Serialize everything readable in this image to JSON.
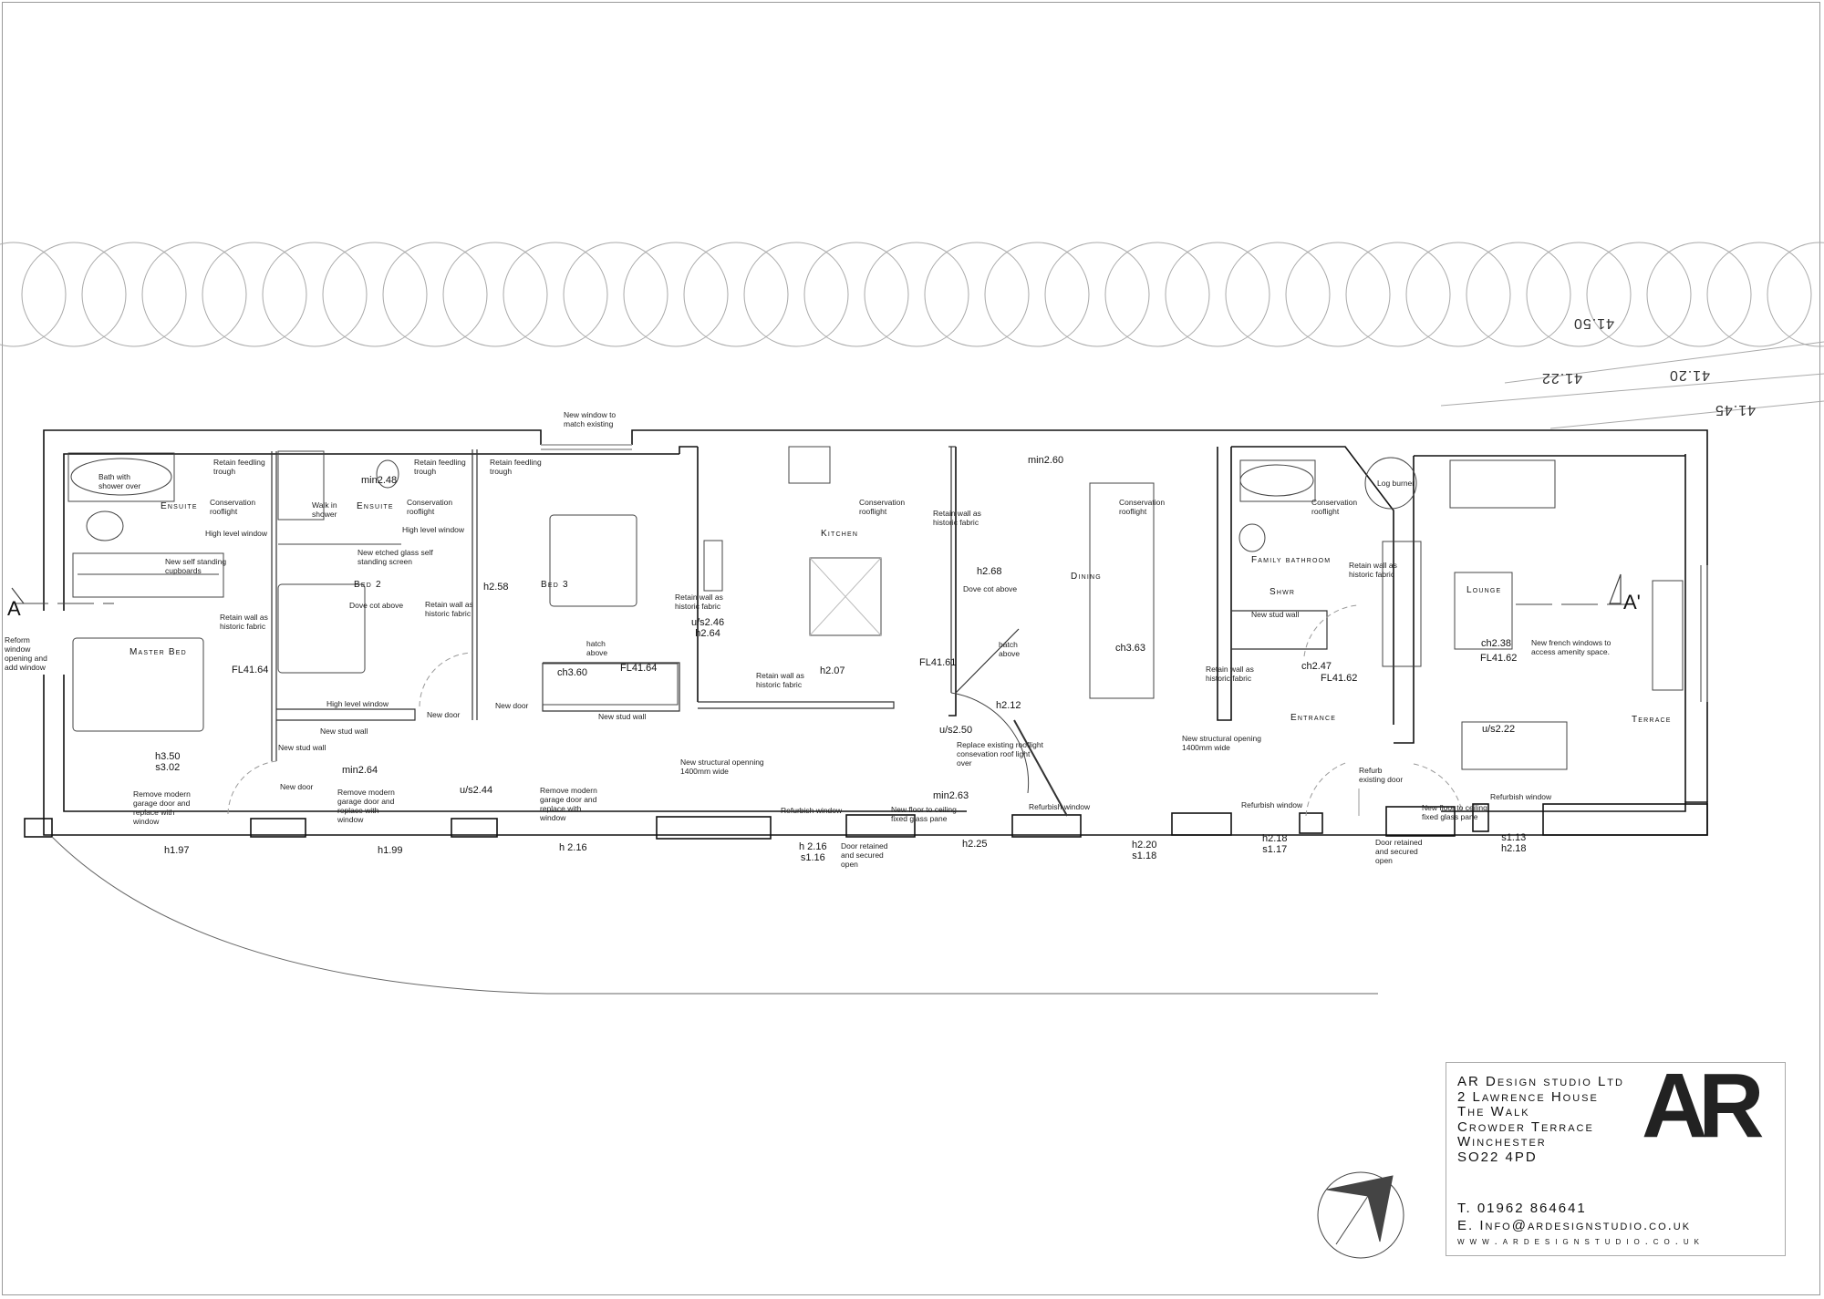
{
  "section_marks": {
    "a": "A",
    "a_prime": "A'"
  },
  "levels": {
    "l1": "41.50",
    "l2": "41.22",
    "l3": "41.20",
    "l4": "41.45"
  },
  "rooms": {
    "ensuite_1": "Ensuite",
    "ensuite_2": "Ensuite",
    "master_bed": "Master Bed",
    "bed_2": "Bed 2",
    "bed_3": "Bed 3",
    "kitchen": "Kitchen",
    "dining": "Dining",
    "family_bathroom": "Family bathroom",
    "shwr": "Shwr",
    "lounge": "Lounge",
    "entrance": "Entrance",
    "terrace": "Terrace"
  },
  "notes": {
    "new_window_match": "New window to\nmatch existing",
    "trough_1": "Retain feedling\ntrough",
    "trough_2": "Retain feedling\ntrough",
    "trough_3": "Retain feedling\ntrough",
    "bath_shower": "Bath with\nshower over",
    "rooflight_1": "Conservation\nrooflight",
    "rooflight_2": "Conservation\nrooflight",
    "rooflight_3": "Conservation\nrooflight",
    "rooflight_4": "Conservation\nrooflight",
    "rooflight_5": "Conservation\nrooflight",
    "hlw_1": "High level window",
    "hlw_2": "High level window",
    "hlw_3": "High level window",
    "walk_in_shower": "Walk in\nshower",
    "cupboards": "New self standing\ncupboards",
    "etched_screen": "New etched glass self\nstanding screen",
    "dove_cot_1": "Dove cot above",
    "dove_cot_2": "Dove cot above",
    "retain_1": "Retain wall as\nhistoric fabric",
    "retain_2": "Retain wall as\nhistoric fabric",
    "retain_3": "Retain wall as\nhistoric fabric",
    "retain_4": "Retain wall as\nhistoric fabric",
    "retain_5": "Retain wall as\nhistoric fabric",
    "retain_6": "Retain wall as\nhistoric fabric",
    "retain_7": "Retain wall as\nhistoric fabric",
    "reform_window": "Reform\nwindow\nopening and\nadd window",
    "hatch_1": "hatch\nabove",
    "hatch_2": "hatch\nabove",
    "new_door_1": "New door",
    "new_door_2": "New door",
    "new_door_3": "New door",
    "stud_1": "New stud wall",
    "stud_2": "New stud wall",
    "stud_3": "New stud wall",
    "stud_4": "New stud wall",
    "garage_1": "Remove modern\ngarage door and\nreplace with\nwindow",
    "garage_2": "Remove modern\ngarage door and\nreplace with\nwindow",
    "garage_3": "Remove modern\ngarage door and\nreplace with\nwindow",
    "struct_open_1": "New structural openning\n1400mm wide",
    "struct_open_2": "New structural opening\n1400mm wide",
    "replace_rooflight": "Replace existing rooflight\nconsevation roof light\nover",
    "refurb_win_1": "Refurbish window",
    "refurb_win_2": "Refurbish window",
    "refurb_win_3": "Refurbish window",
    "refurb_win_4": "Refurbish window",
    "glass_pane_1": "New floor to ceiling\nfixed glass pane",
    "glass_pane_2": "New floor to ceiling\nfixed glass pane",
    "door_retained_1": "Door retained\nand secured\nopen",
    "door_retained_2": "Door retained\nand secured\nopen",
    "log_burner": "Log burner",
    "french_windows": "New french windows to\naccess amenity space.",
    "refurb_door": "Refurb\nexisting door"
  },
  "dimensions": {
    "min248": "min2.48",
    "h258": "h2.58",
    "fl4164a": "FL41.64",
    "ch360": "ch3.60",
    "fl4164b": "FL41.64",
    "h350": "h3.50\ns3.02",
    "min264": "min2.64",
    "us244": "u/s2.44",
    "h197": "h1.97",
    "h199": "h1.99",
    "h216a": "h 2.16",
    "us246": "u/s2.46\nh2.64",
    "min260": "min2.60",
    "h268": "h2.68",
    "h207": "h2.07",
    "fl4161": "FL41.61",
    "ch363": "ch3.63",
    "h212": "h2.12",
    "us250": "u/s2.50",
    "min263": "min2.63",
    "h216b": "h 2.16\ns1.16",
    "h225": "h2.25",
    "h220": "h2.20\ns1.18",
    "ch247": "ch2.47",
    "fl4162a": "FL41.62",
    "ch238": "ch2.38",
    "fl4162b": "FL41.62",
    "us222": "u/s2.22",
    "h218a": "h2.18\ns1.17",
    "s113": "s1.13\nh2.18"
  },
  "title_block": {
    "logo": "AR",
    "company": "AR Design studio Ltd",
    "address_1": "2 Lawrence House",
    "address_2": "The Walk",
    "address_3": "Crowder Terrace",
    "address_4": "Winchester",
    "postcode": "SO22 4PD",
    "phone": "T. 01962 864641",
    "email": "E. Info@ardesignstudio.co.uk",
    "web": "www.ardesignstudio.co.uk"
  }
}
